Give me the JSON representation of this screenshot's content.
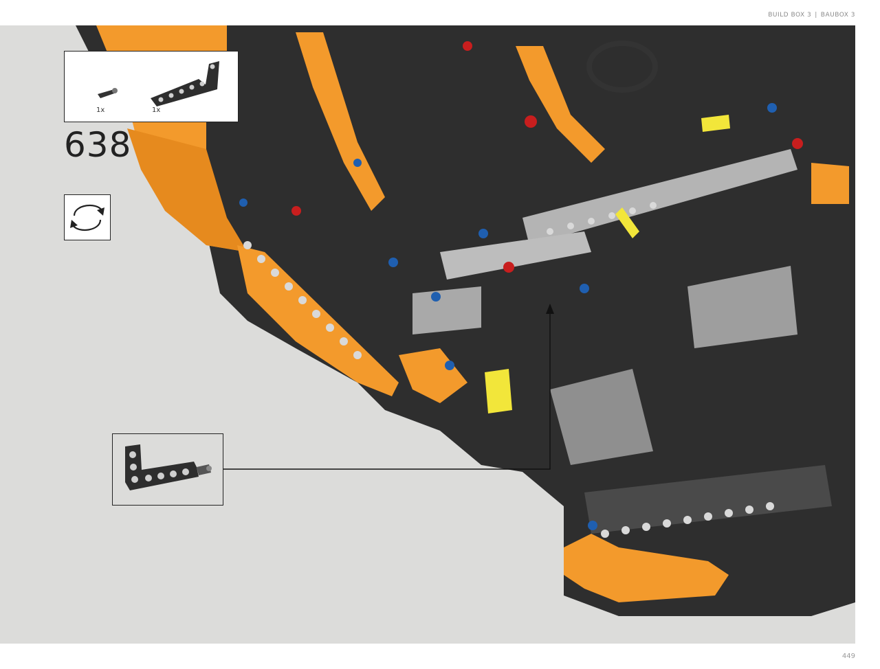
{
  "header": {
    "build_box_en": "BUILD BOX 3",
    "separator": "|",
    "build_box_de": "BAUBOX 3"
  },
  "step": {
    "number": "638"
  },
  "parts_list": {
    "items": [
      {
        "name": "pin-with-axle",
        "quantity": "1x"
      },
      {
        "name": "l-shaped-beam",
        "quantity": "1x"
      }
    ]
  },
  "rotate_icon": "rotate-model-icon",
  "page_number": "449",
  "colors": {
    "orange": "#f39a2c",
    "dark_gray": "#2d2d2d",
    "light_gray": "#a8a8a8",
    "blue": "#1f5fb0",
    "red": "#c81e1e",
    "yellow": "#f2e63a",
    "background": "#dcdcda"
  }
}
